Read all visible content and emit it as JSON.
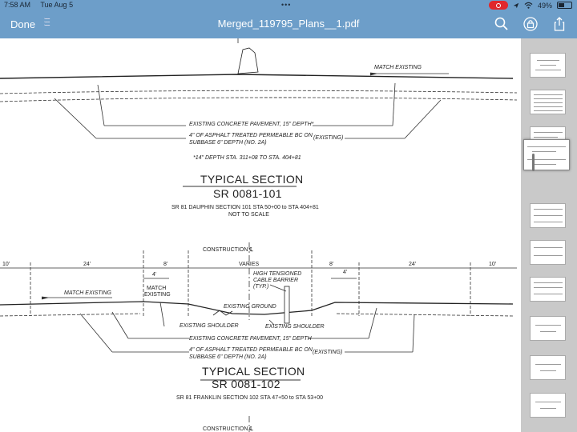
{
  "status_bar": {
    "time": "7:58 AM",
    "date": "Tue Aug 5",
    "battery": "49%",
    "battery_level": 0.49,
    "icons": [
      "screen-recording-icon",
      "location-icon",
      "wifi-icon",
      "battery-icon"
    ]
  },
  "nav_bar": {
    "done_label": "Done",
    "title": "Merged_119795_Plans__1.pdf",
    "icons": [
      "search-icon",
      "lock-icon",
      "share-icon"
    ],
    "background_color": "#6d9ec9"
  },
  "drawing": {
    "match_existing_top": "MATCH EXISTING",
    "section1": {
      "note_pavement": "EXISTING CONCRETE PAVEMENT, 15\" DEPTH*",
      "note_asphalt_1": "4\" OF ASPHALT TREATED PERMEABLE BC ON",
      "note_asphalt_2": "SUBBASE 6\" DEPTH (NO. 2A)",
      "note_existing": "(EXISTING)",
      "note_depth": "*14\" DEPTH STA. 311+08 TO STA. 404+81",
      "heading": "TYPICAL SECTION",
      "route": "SR 0081-101",
      "sub_1": "SR 81 DAUPHIN SECTION 101 STA 50+00 to STA 404+81",
      "sub_2": "NOT TO SCALE"
    },
    "section2": {
      "construction": "CONSTRUCTION ℄",
      "dims": [
        "10'",
        "24'",
        "8'",
        "VARIES",
        "8'",
        "24'",
        "10'"
      ],
      "dim_4_left": "4'",
      "dim_4_right": "4'",
      "barrier_1": "HIGH TENSIONED",
      "barrier_2": "CABLE BARRIER",
      "barrier_3": "(TYP.)",
      "match_existing_left": "MATCH EXISTING",
      "match_1": "MATCH",
      "match_2": "EXISTING",
      "existing_ground": "EXISTING GROUND",
      "shoulder_left": "EXISTING SHOULDER",
      "shoulder_right": "EXISTING SHOULDER",
      "note_pavement": "EXISTING CONCRETE PAVEMENT, 15\" DEPTH",
      "note_asphalt_1": "4\" OF ASPHALT TREATED PERMEABLE BC ON",
      "note_asphalt_2": "SUBBASE 6\" DEPTH (NO. 2A)",
      "note_existing": "(EXISTING)",
      "heading": "TYPICAL SECTION",
      "route": "SR 0081-102",
      "sub_1": "SR 81 FRANKLIN SECTION 102 STA 47+50 to STA 53+00"
    },
    "section3": {
      "construction": "CONSTRUCTION ℄"
    }
  },
  "thumbnails": {
    "count": 10,
    "current_index": 2
  }
}
